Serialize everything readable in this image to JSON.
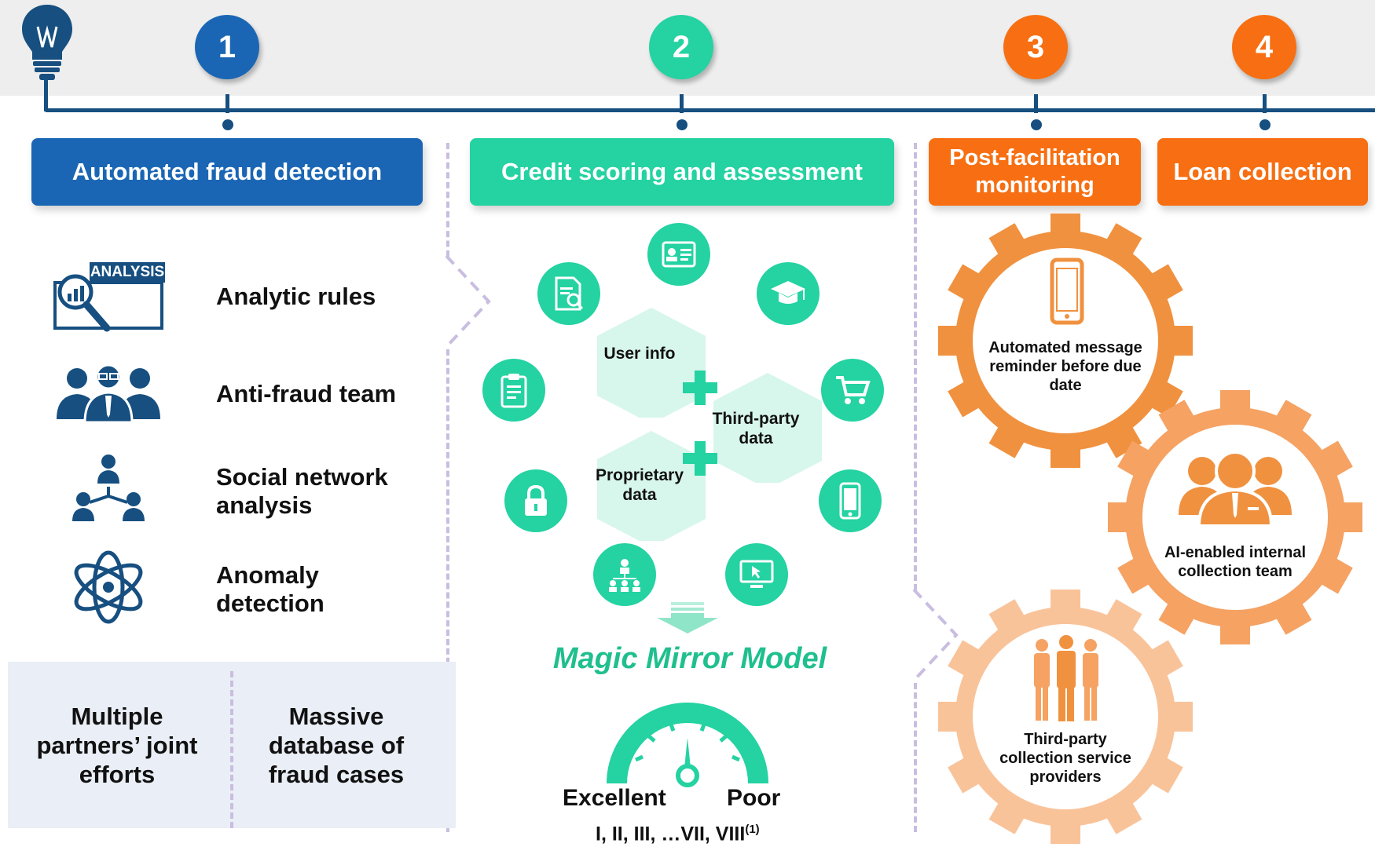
{
  "colors": {
    "step1": "#1a66b4",
    "step2": "#24d2a2",
    "step3": "#f76f12",
    "step4": "#f76f12",
    "timeline": "#164f80",
    "gear1": "#f0913f",
    "gear2": "#f5a263",
    "gear3": "#f9c39a"
  },
  "timeline": {
    "icon": "lightbulb-icon",
    "steps": [
      {
        "number": "1",
        "phase": "Automated fraud detection"
      },
      {
        "number": "2",
        "phase": "Credit scoring and assessment"
      },
      {
        "number": "3",
        "phase": "Post-facilitation monitoring"
      },
      {
        "number": "4",
        "phase": "Loan collection"
      }
    ]
  },
  "fraud": {
    "analysis_badge": "ANALYSIS",
    "features": [
      {
        "icon": "analysis-icon",
        "label": "Analytic rules"
      },
      {
        "icon": "team-icon",
        "label": "Anti-fraud team"
      },
      {
        "icon": "network-icon",
        "label": "Social network analysis"
      },
      {
        "icon": "atom-icon",
        "label": "Anomaly detection"
      }
    ],
    "bottom": [
      "Multiple partners’ joint efforts",
      "Massive database of fraud cases"
    ]
  },
  "credit": {
    "hexagons": [
      "User info",
      "Third-party data",
      "Proprietary data"
    ],
    "icons": [
      "id-card-icon",
      "education-icon",
      "cart-icon",
      "mobile-icon",
      "screen-icon",
      "org-chart-icon",
      "lock-icon",
      "clipboard-icon",
      "document-search-icon"
    ],
    "model_name": "Magic Mirror Model",
    "gauge_left": "Excellent",
    "gauge_right": "Poor",
    "grades": "I, II, III, …VII, VIII",
    "footnote": "(1)"
  },
  "collection": {
    "gears": [
      {
        "icon": "phone-icon",
        "text": "Automated message reminder before due date"
      },
      {
        "icon": "collection-team-icon",
        "text": "AI-enabled internal collection team"
      },
      {
        "icon": "providers-icon",
        "text": "Third-party collection service providers"
      }
    ]
  }
}
